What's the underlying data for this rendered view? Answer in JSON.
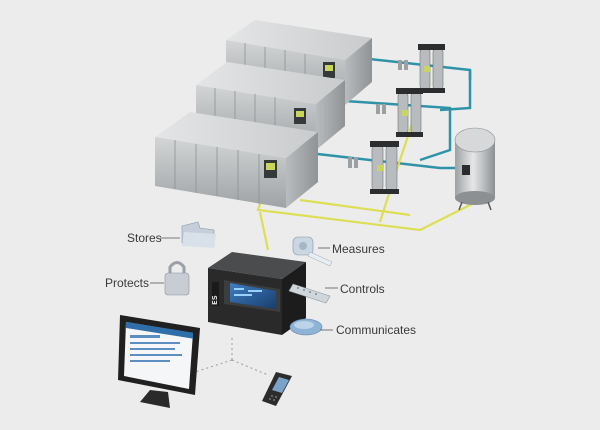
{
  "labels": {
    "stores": "Stores",
    "protects": "Protects",
    "measures": "Measures",
    "controls": "Controls",
    "communicates": "Communicates"
  },
  "controller_brand": "ES",
  "colors": {
    "background": "#ececec",
    "signal_line": "#dede55",
    "pipe": "#2f93a8",
    "compressor_body": "#c8cacb",
    "controller_body": "#2a2a2a",
    "controller_screen": "#1c4f8a"
  },
  "icons": {
    "stores": "folder-icon",
    "protects": "padlock-icon",
    "measures": "tape-measure-icon",
    "controls": "remote-control-icon",
    "communicates": "handheld-device-icon",
    "monitor": "computer-monitor-icon",
    "phone": "mobile-phone-icon"
  }
}
